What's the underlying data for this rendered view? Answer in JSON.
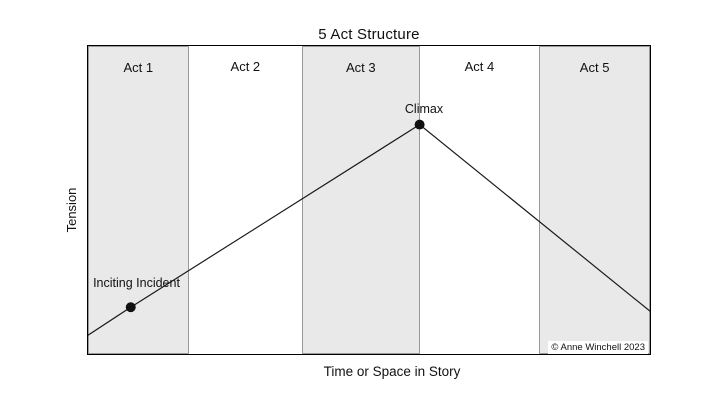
{
  "credit": "© Anne Winchell 2023",
  "colors": {
    "background": "#ffffff",
    "band_fill": "#e9e9e9",
    "band_border": "#9a9a9a",
    "chart_border": "#000000",
    "line": "#1a1a1a",
    "dot": "#111111"
  },
  "chart_data": {
    "type": "line",
    "title": "5 Act Structure",
    "xlabel": "Time or Space in Story",
    "ylabel": "Tension",
    "grid": false,
    "legend": false,
    "x_axis": {
      "unit": "percent_of_story",
      "range": [
        0,
        100
      ],
      "ticks_shown": false,
      "bands": [
        {
          "label": "Act 1",
          "x_start_pct": 0,
          "x_end_pct": 17.9,
          "shaded": true
        },
        {
          "label": "Act 2",
          "x_start_pct": 17.9,
          "x_end_pct": 38.1,
          "shaded": false
        },
        {
          "label": "Act 3",
          "x_start_pct": 38.1,
          "x_end_pct": 59.0,
          "shaded": true
        },
        {
          "label": "Act 4",
          "x_start_pct": 59.0,
          "x_end_pct": 80.3,
          "shaded": false
        },
        {
          "label": "Act 5",
          "x_start_pct": 80.3,
          "x_end_pct": 100,
          "shaded": true
        }
      ]
    },
    "y_axis": {
      "unit": "relative_tension_pct",
      "range": [
        0,
        100
      ],
      "ticks_shown": false
    },
    "series": [
      {
        "name": "Tension",
        "points": [
          {
            "x_pct": 0,
            "tension_pct": 6.1,
            "label": ""
          },
          {
            "x_pct": 7.6,
            "tension_pct": 15.2,
            "label": "Inciting Incident"
          },
          {
            "x_pct": 59.0,
            "tension_pct": 74.5,
            "label": "Climax"
          },
          {
            "x_pct": 100,
            "tension_pct": 13.9,
            "label": ""
          }
        ]
      }
    ]
  }
}
